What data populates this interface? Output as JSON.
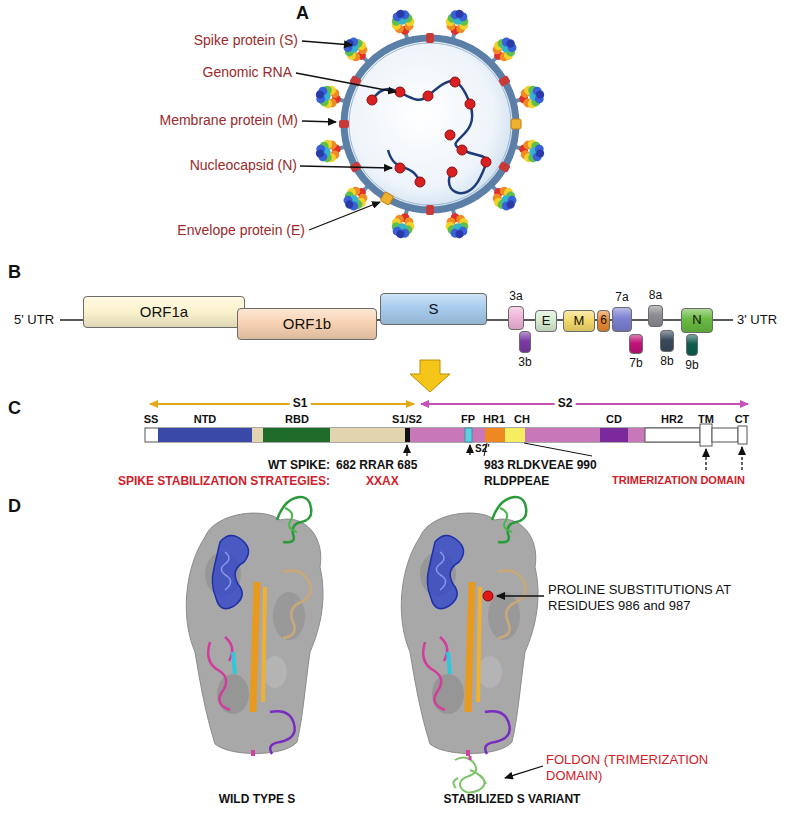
{
  "diagram": {
    "nodes": [
      {
        "text": [
          "ORF1a"
        ]
      },
      {
        "text": [
          "ORF1b"
        ]
      },
      {
        "text": [
          "S"
        ]
      },
      {
        "text": [
          "3a"
        ]
      },
      {
        "text": [
          "3b"
        ]
      },
      {
        "text": [
          "E"
        ]
      },
      {
        "text": [
          "M"
        ]
      },
      {
        "text": [
          "6"
        ]
      },
      {
        "text": [
          "7a"
        ]
      },
      {
        "text": [
          "7b"
        ]
      },
      {
        "text": [
          "8a"
        ]
      },
      {
        "text": [
          "8b"
        ]
      },
      {
        "text": [
          "9b"
        ]
      },
      {
        "text": [
          "N"
        ]
      }
    ],
    "labels": [
      "A",
      "Spike protein (S)",
      "Genomic RNA",
      "Membrane protein (M)",
      "Nucleocapsid (N)",
      "Envelope protein (E)",
      "B",
      "5' UTR",
      "3' UTR",
      "C",
      "S1",
      "S2",
      "SS",
      "NTD",
      "RBD",
      "S1/S2",
      "FP",
      "S2'",
      "HR1",
      "CH",
      "CD",
      "HR2",
      "TM",
      "CT",
      "WT SPIKE:",
      "682 RRAR 685",
      "983 RLDKVEAE 990",
      "SPIKE STABILIZATION STRATEGIES:",
      "XXAX",
      "RLDPPEAE",
      "TRIMERIZATION DOMAIN",
      "D",
      "PROLINE SUBSTITUTIONS AT RESIDUES 986 and 987",
      "FOLDON (TRIMERIZATION DOMAIN)",
      "WILD TYPE S",
      "STABILIZED S VARIANT"
    ]
  }
}
